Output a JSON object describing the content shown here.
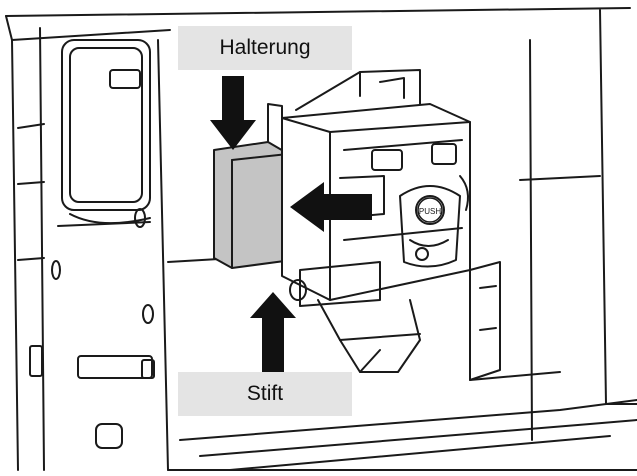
{
  "labels": {
    "holder": "Halterung",
    "pin": "Stift"
  },
  "colors": {
    "line": "#1a1a1a",
    "callout_bg": "#e4e4e4",
    "holder_fill": "#c4c4c4",
    "arrow": "#111111"
  },
  "icons": {
    "push_button": "PUSH"
  }
}
